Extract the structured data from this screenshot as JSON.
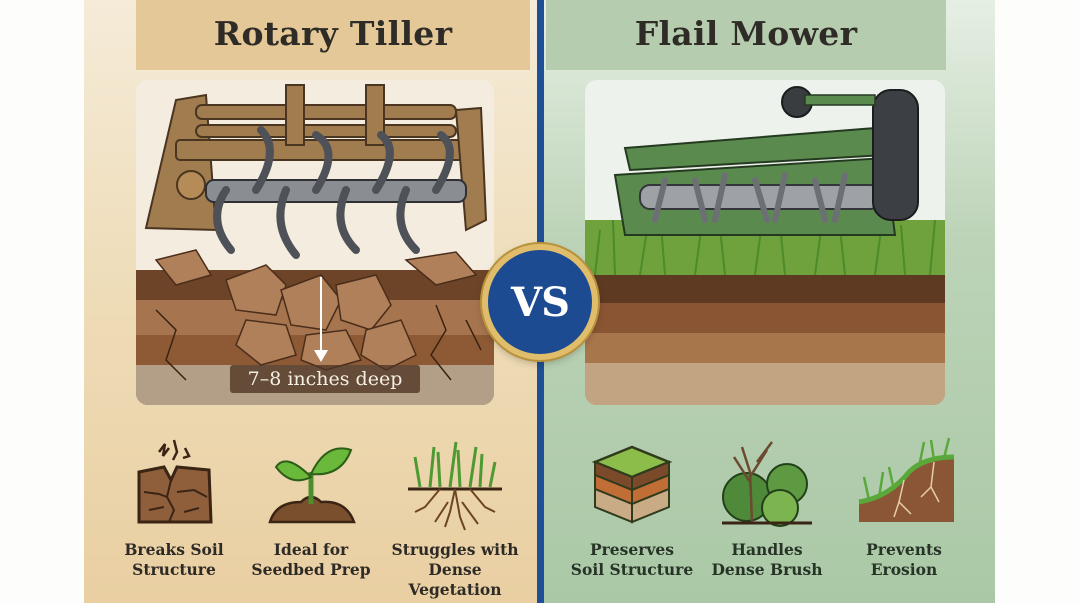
{
  "left": {
    "title": "Rotary Tiller",
    "depth_label": "7–8 inches deep",
    "features": [
      {
        "label": "Breaks Soil\nStructure",
        "icon": "cracked-soil-icon"
      },
      {
        "label": "Ideal for\nSeedbed Prep",
        "icon": "seedling-icon"
      },
      {
        "label": "Struggles with\nDense Vegetation",
        "icon": "grass-roots-icon"
      }
    ],
    "colors": {
      "panel": "#eedcb7",
      "title_band": "#e4c897"
    }
  },
  "right": {
    "title": "Flail Mower",
    "features": [
      {
        "label": "Preserves\nSoil Structure",
        "icon": "soil-layers-icon"
      },
      {
        "label": "Handles\nDense Brush",
        "icon": "brush-icon"
      },
      {
        "label": "Prevents\nErosion",
        "icon": "erosion-slope-icon"
      }
    ],
    "colors": {
      "panel": "#bcd3b7",
      "title_band": "#b5ccae"
    }
  },
  "center": {
    "vs_label": "VS",
    "colors": {
      "badge": "#1c4b91",
      "ring": "#dfbd6a",
      "divider": "#1f4f97"
    }
  }
}
